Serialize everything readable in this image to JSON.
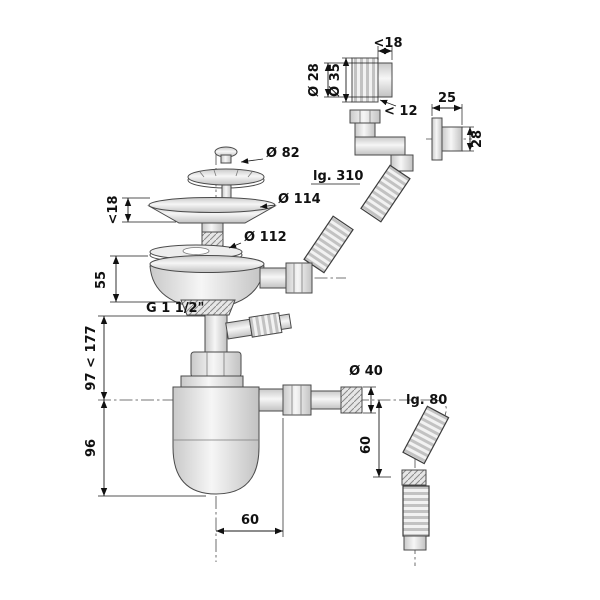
{
  "colors": {
    "line": "#4a4a4a",
    "dimension": "#1a1a1a",
    "metal_light": "#f6f6f6",
    "metal_dark": "#c6c6c6",
    "background": "#ffffff"
  },
  "labels": {
    "lt18_top": "<18",
    "o28": "Ø 28",
    "o35": "Ø 35",
    "lt12": "< 12",
    "d25": "25",
    "d28": "28",
    "o82": "Ø 82",
    "lg310": "lg. 310",
    "o114": "Ø 114",
    "lt18_left": "<18",
    "o112": "Ø 112",
    "d55": "55",
    "g_thread": "G 1 1/2\"",
    "h_range": "97 < 177",
    "o40": "Ø 40",
    "lg80": "lg. 80",
    "d96": "96",
    "d60_right": "60",
    "d60_bottom": "60"
  }
}
